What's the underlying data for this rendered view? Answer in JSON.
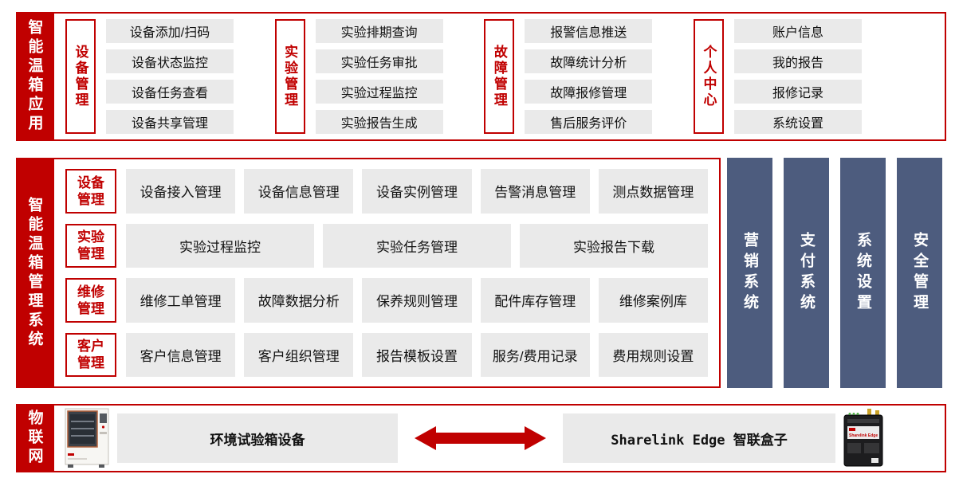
{
  "colors": {
    "accent_red": "#C00000",
    "pillar_blue": "#4D5C7E",
    "box_gray": "#EAEAEA"
  },
  "top_band": {
    "side_label": "智能温箱应用",
    "groups": [
      {
        "label": "设备管理",
        "items": [
          "设备添加/扫码",
          "设备状态监控",
          "设备任务查看",
          "设备共享管理"
        ]
      },
      {
        "label": "实验管理",
        "items": [
          "实验排期查询",
          "实验任务审批",
          "实验过程监控",
          "实验报告生成"
        ]
      },
      {
        "label": "故障管理",
        "items": [
          "报警信息推送",
          "故障统计分析",
          "故障报修管理",
          "售后服务评价"
        ]
      },
      {
        "label": "个人中心",
        "items": [
          "账户信息",
          "我的报告",
          "报修记录",
          "系统设置"
        ]
      }
    ]
  },
  "middle_band": {
    "side_label": "智能温箱管理系统",
    "rows": [
      {
        "label": "设备管理",
        "items": [
          "设备接入管理",
          "设备信息管理",
          "设备实例管理",
          "告警消息管理",
          "测点数据管理"
        ]
      },
      {
        "label": "实验管理",
        "items": [
          "实验过程监控",
          "实验任务管理",
          "实验报告下载"
        ]
      },
      {
        "label": "维修管理",
        "items": [
          "维修工单管理",
          "故障数据分析",
          "保养规则管理",
          "配件库存管理",
          "维修案例库"
        ]
      },
      {
        "label": "客户管理",
        "items": [
          "客户信息管理",
          "客户组织管理",
          "报告模板设置",
          "服务/费用记录",
          "费用规则设置"
        ]
      }
    ],
    "pillars": [
      "营销系统",
      "支付系统",
      "系统设置",
      "安全管理"
    ]
  },
  "bottom_band": {
    "side_label": "物联网",
    "chamber_plate": "环境试验箱设备",
    "edge_plate": "Sharelink Edge 智联盒子",
    "edge_device_label": "Sharelink Edge",
    "icons": {
      "chamber": "environmental-test-chamber-image",
      "arrow": "bidirectional-arrow",
      "edge_device": "sharelink-edge-box-image"
    }
  }
}
